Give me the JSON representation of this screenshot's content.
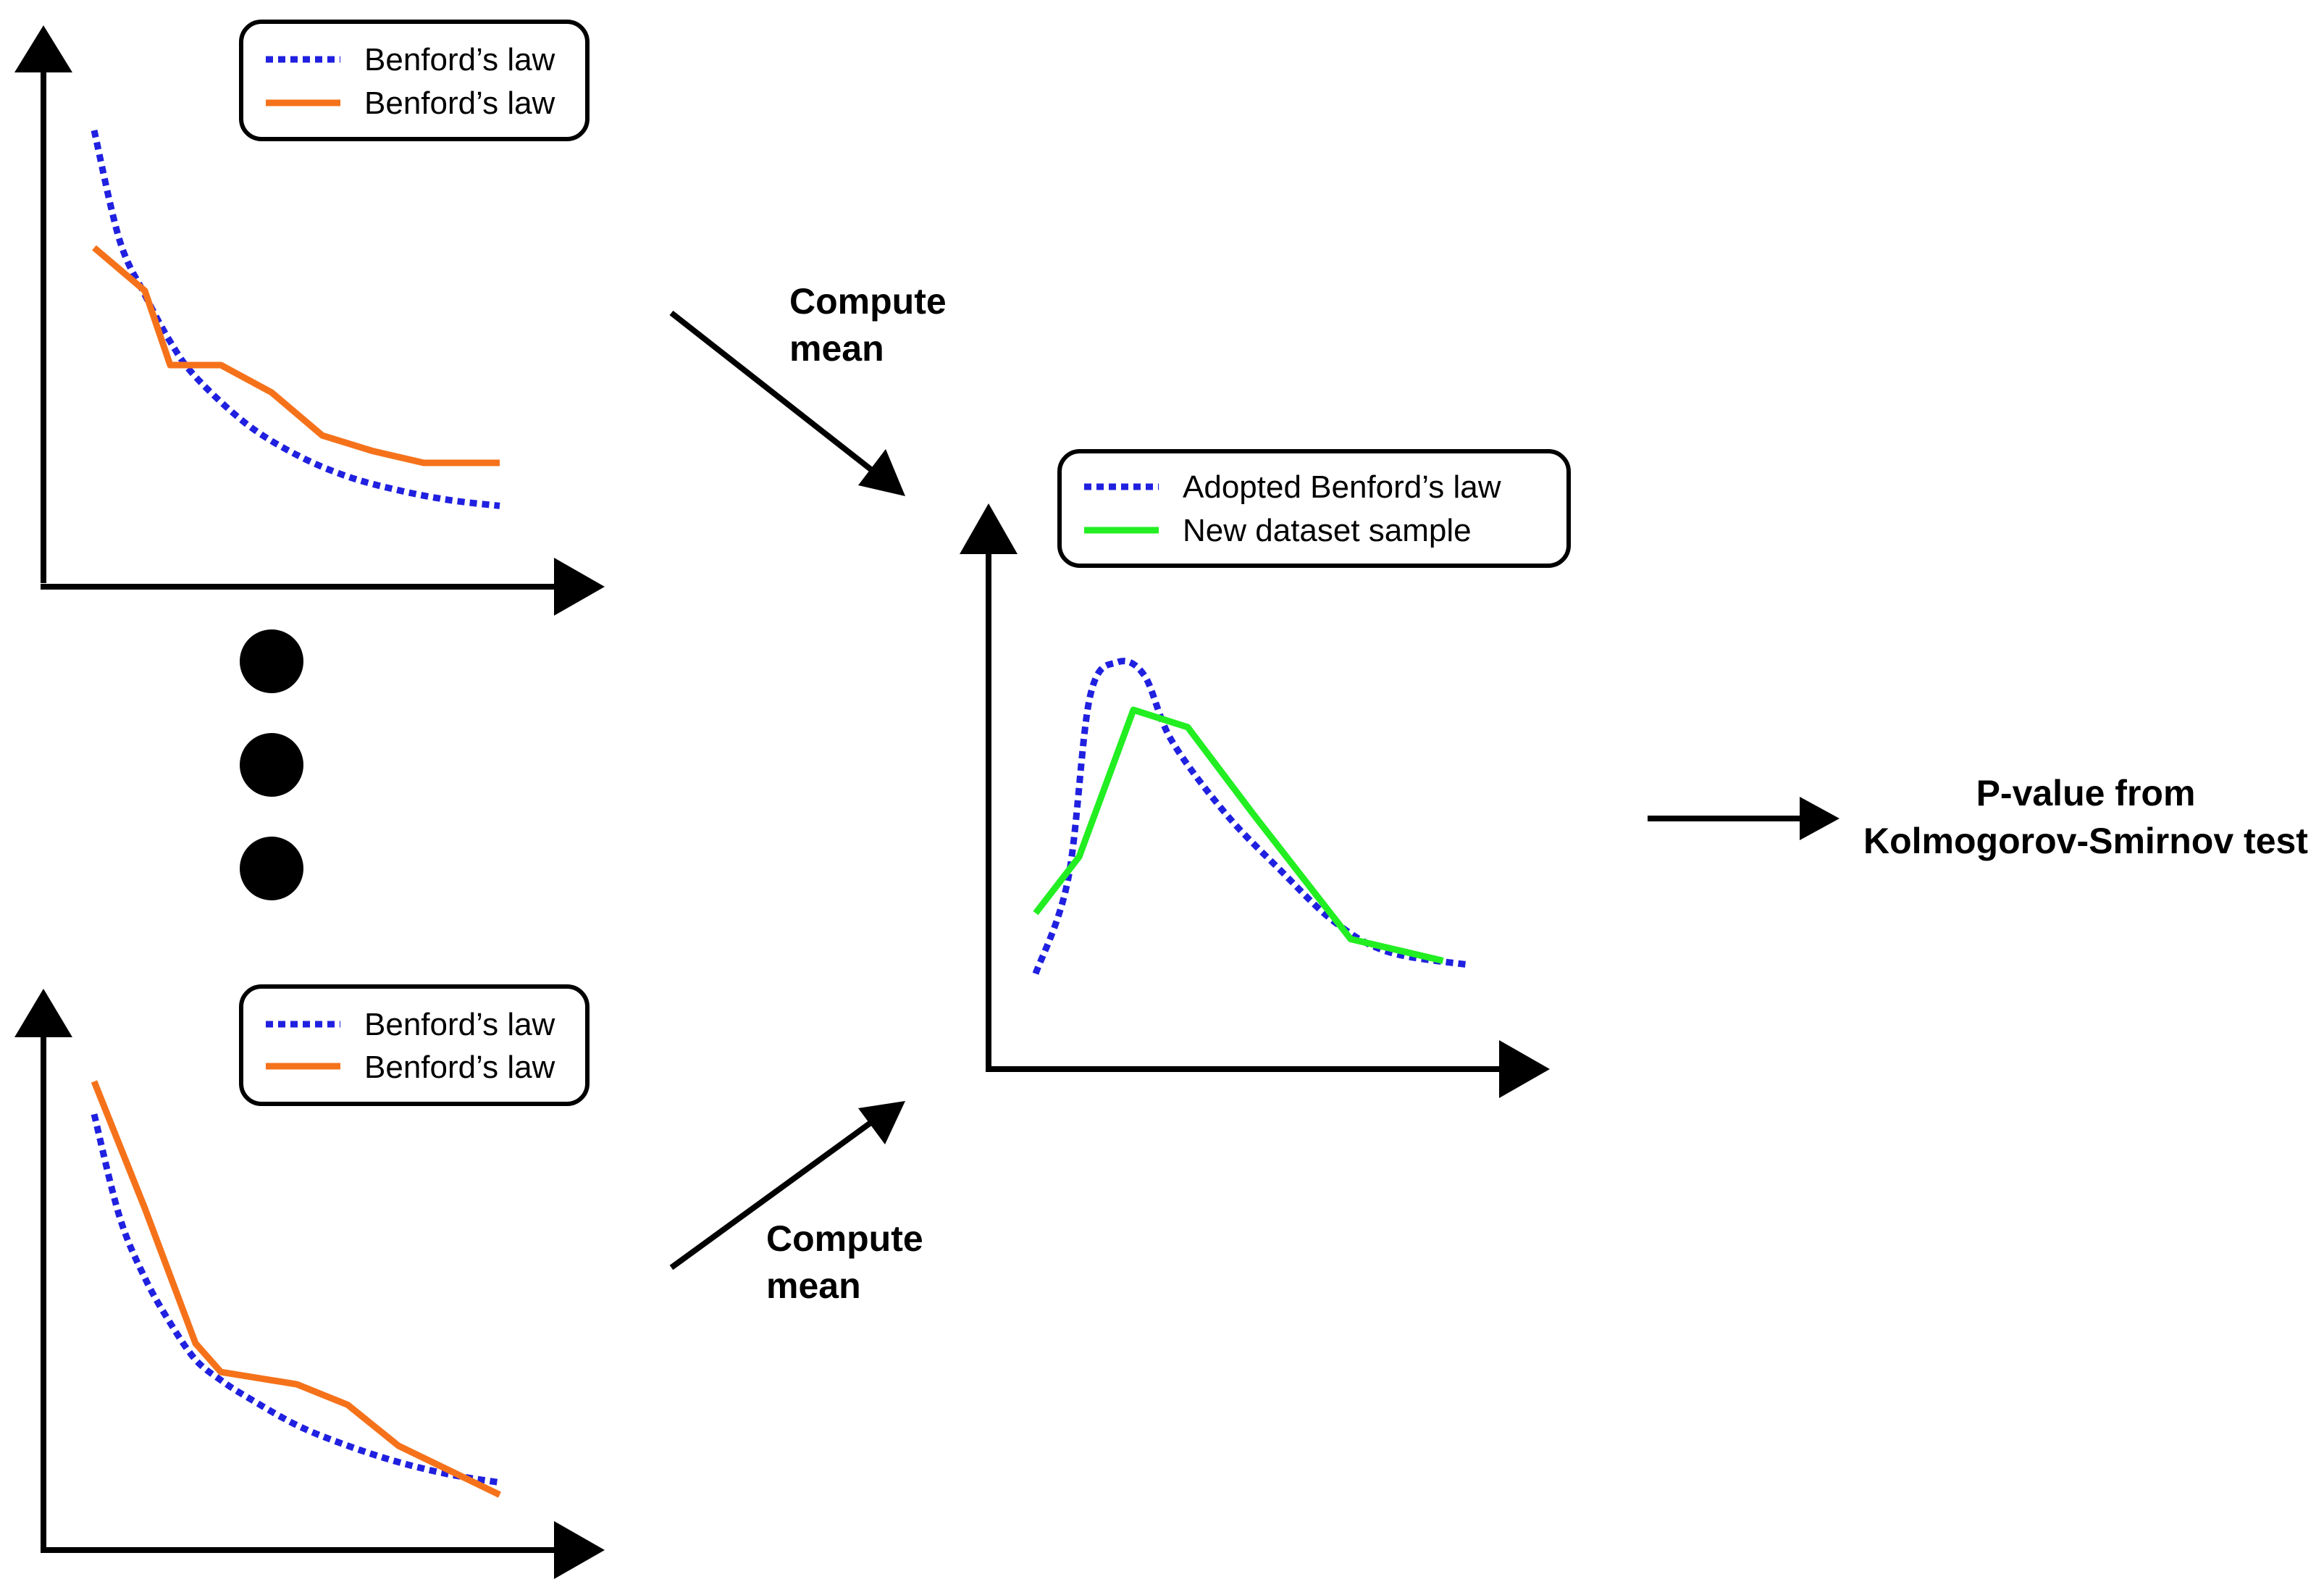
{
  "colors": {
    "benford_dotted": "#2020e0",
    "sample_orange": "#f5721b",
    "new_sample_green": "#22ee22",
    "ink": "#000000"
  },
  "top_plot": {
    "legend": [
      "Benford’s law",
      "Benford’s law"
    ],
    "benford_curve": [
      [
        0,
        1.0
      ],
      [
        0.5,
        0.72
      ],
      [
        1,
        0.58
      ],
      [
        1.5,
        0.46
      ],
      [
        2,
        0.37
      ],
      [
        3,
        0.25
      ],
      [
        4,
        0.17
      ],
      [
        5,
        0.115
      ],
      [
        6,
        0.08
      ],
      [
        7,
        0.055
      ],
      [
        8,
        0.04
      ]
    ],
    "sample_curve": [
      [
        0,
        0.7
      ],
      [
        1,
        0.59
      ],
      [
        1.5,
        0.4
      ],
      [
        2.5,
        0.4
      ],
      [
        3.5,
        0.33
      ],
      [
        4.5,
        0.22
      ],
      [
        5.5,
        0.18
      ],
      [
        6.5,
        0.15
      ],
      [
        8,
        0.15
      ]
    ]
  },
  "ellipsis_dots": 3,
  "bottom_plot": {
    "legend": [
      "Benford’s law",
      "Benford’s law"
    ],
    "benford_curve": [
      [
        0,
        0.95
      ],
      [
        0.5,
        0.7
      ],
      [
        1,
        0.55
      ],
      [
        1.5,
        0.44
      ],
      [
        2,
        0.35
      ],
      [
        2.5,
        0.3
      ],
      [
        3,
        0.26
      ],
      [
        4,
        0.19
      ],
      [
        5,
        0.14
      ],
      [
        6,
        0.1
      ],
      [
        7,
        0.07
      ],
      [
        8,
        0.05
      ]
    ],
    "sample_curve": [
      [
        0,
        1.03
      ],
      [
        1,
        0.72
      ],
      [
        2,
        0.39
      ],
      [
        2.5,
        0.32
      ],
      [
        4,
        0.29
      ],
      [
        5,
        0.24
      ],
      [
        6,
        0.14
      ],
      [
        7,
        0.08
      ],
      [
        8,
        0.02
      ]
    ]
  },
  "compute_top": [
    "Compute",
    "mean"
  ],
  "compute_bottom": [
    "Compute",
    "mean"
  ],
  "result_plot": {
    "legend": [
      "Adopted Benford’s law",
      "New dataset sample"
    ],
    "adopted_curve": [
      [
        0,
        0.08
      ],
      [
        0.6,
        0.3
      ],
      [
        1,
        0.72
      ],
      [
        1.5,
        0.8
      ],
      [
        2,
        0.77
      ],
      [
        2.5,
        0.62
      ],
      [
        3.5,
        0.45
      ],
      [
        4.5,
        0.32
      ],
      [
        5.5,
        0.2
      ],
      [
        6.5,
        0.13
      ],
      [
        8,
        0.1
      ]
    ],
    "sample_curve": [
      [
        0,
        0.22
      ],
      [
        0.8,
        0.35
      ],
      [
        1.8,
        0.69
      ],
      [
        2.8,
        0.65
      ],
      [
        4,
        0.45
      ],
      [
        5.8,
        0.16
      ],
      [
        7.5,
        0.11
      ]
    ]
  },
  "result_text": [
    "P-value from",
    "Kolmogorov-Smirnov test"
  ]
}
